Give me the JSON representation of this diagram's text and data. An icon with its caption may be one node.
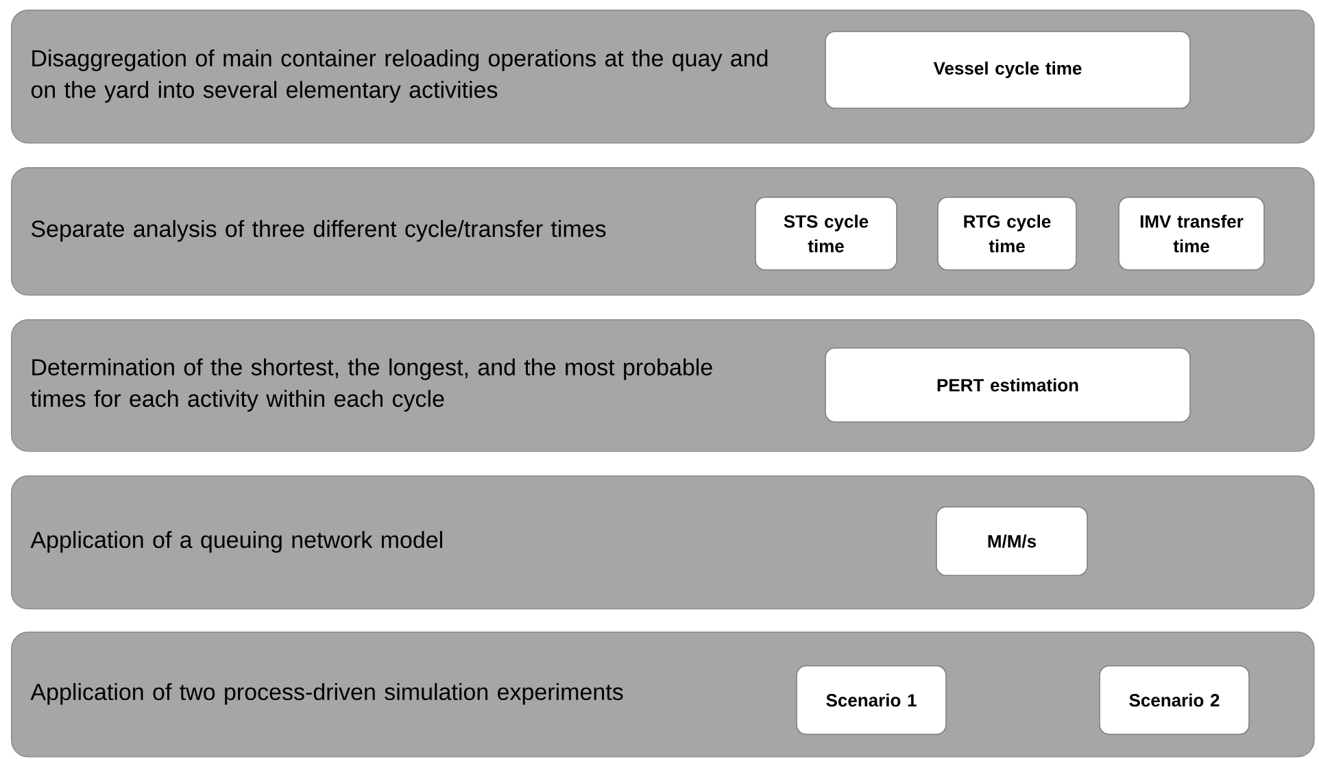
{
  "diagram": {
    "nodes": [
      {
        "text": [
          "Disaggregation of main container reloading operations at the quay and on the yard into several elementary activities"
        ]
      },
      {
        "text": [
          "Vessel cycle time"
        ],
        "in": 0
      },
      {
        "text": [
          "Separate analysis of three different cycle/transfer times"
        ]
      },
      {
        "text": [
          "STS cycle time"
        ],
        "in": 2
      },
      {
        "text": [
          "RTG cycle time"
        ],
        "in": 2
      },
      {
        "text": [
          "IMV transfer time"
        ],
        "in": 2
      },
      {
        "text": [
          "Determination of the shortest, the longest, and the most probable times for each activity within each cycle"
        ]
      },
      {
        "text": [
          "PERT estimation"
        ],
        "in": 6
      },
      {
        "text": [
          "Application of a queuing network model"
        ]
      },
      {
        "text": [
          "M/M/s"
        ],
        "in": 8
      },
      {
        "text": [
          "Application of two process-driven simulation experiments"
        ]
      },
      {
        "text": [
          "Scenario 1"
        ],
        "in": 10
      },
      {
        "text": [
          "Scenario 2"
        ],
        "in": 10
      }
    ]
  }
}
